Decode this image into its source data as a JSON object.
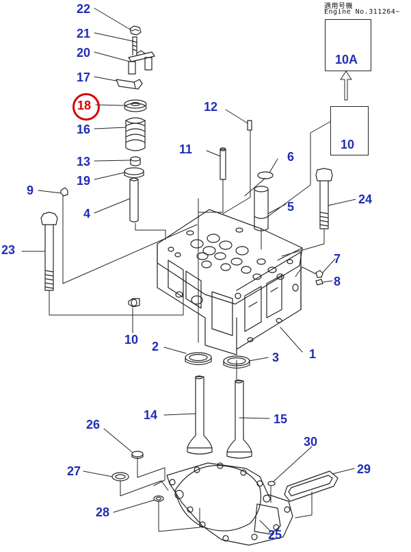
{
  "applicability": {
    "line1": "適用号機",
    "line2": "Engine No.311264~"
  },
  "highlighted_part": "18",
  "highlight_color": "#d40000",
  "label_color": "#1e2db4",
  "labels": {
    "p1": "1",
    "p2": "2",
    "p3": "3",
    "p4": "4",
    "p5": "5",
    "p6": "6",
    "p7": "7",
    "p8": "8",
    "p9": "9",
    "p10": "10",
    "p10b": "10",
    "p10a": "10A",
    "p11": "11",
    "p12": "12",
    "p13": "13",
    "p14": "14",
    "p15": "15",
    "p16": "16",
    "p17": "17",
    "p18": "18",
    "p19": "19",
    "p20": "20",
    "p21": "21",
    "p22": "22",
    "p23": "23",
    "p24": "24",
    "p25": "25",
    "p26": "26",
    "p27": "27",
    "p28": "28",
    "p29": "29",
    "p30": "30"
  }
}
